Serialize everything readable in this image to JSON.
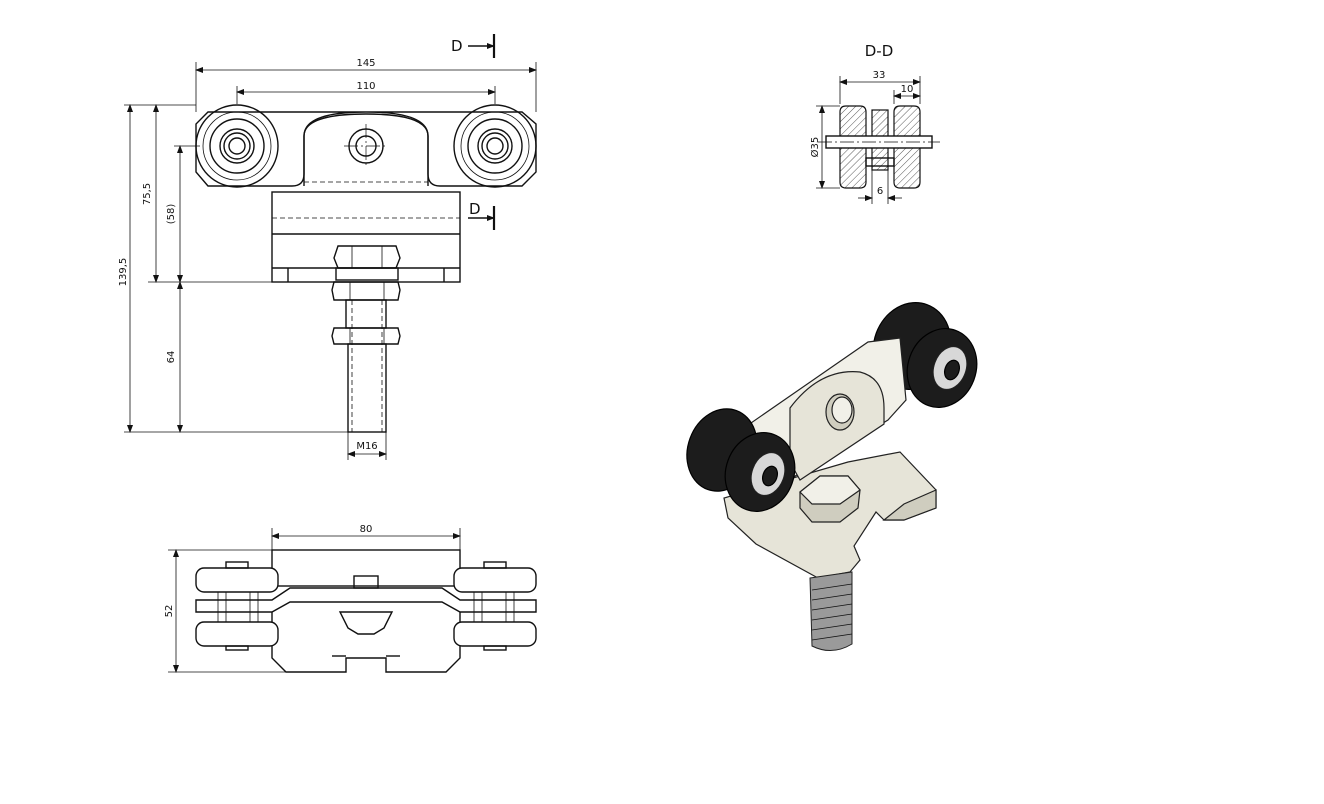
{
  "front_view": {
    "dim_overall_width": "145",
    "dim_wheel_spacing": "110",
    "dim_total_height": "139,5",
    "dim_body_height": "75,5",
    "dim_ref_height": "(58)",
    "dim_bolt_length": "64",
    "dim_thread": "M16",
    "section_label_top": "D",
    "section_label_bottom": "D"
  },
  "top_view": {
    "dim_plate_width": "80",
    "dim_depth": "52"
  },
  "section_view": {
    "title": "D-D",
    "dim_width": "33",
    "dim_wheel_width": "10",
    "dim_wheel_diameter": "Ø35",
    "dim_plate": "6"
  },
  "colors": {
    "line": "#111111",
    "metal": "#e6e4d8",
    "tire": "#1c1c1c"
  }
}
